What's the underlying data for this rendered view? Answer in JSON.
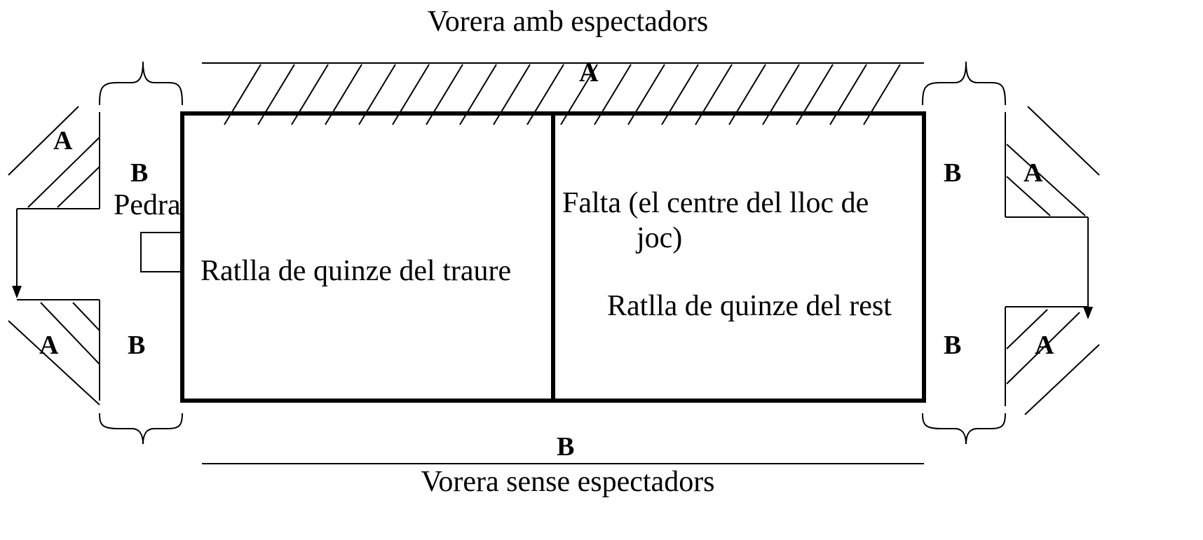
{
  "labels": {
    "top_sidewalk": "Vorera amb espectadors",
    "bottom_sidewalk": "Vorera sense espectadors",
    "stone": "Pedra",
    "falta_line1": "Falta (el centre del lloc de",
    "falta_line2": "joc)",
    "ratlla_traure": "Ratlla de quinze del traure",
    "ratlla_rest": "Ratlla  de quinze del rest",
    "zone_a": "A",
    "zone_b": "B"
  }
}
